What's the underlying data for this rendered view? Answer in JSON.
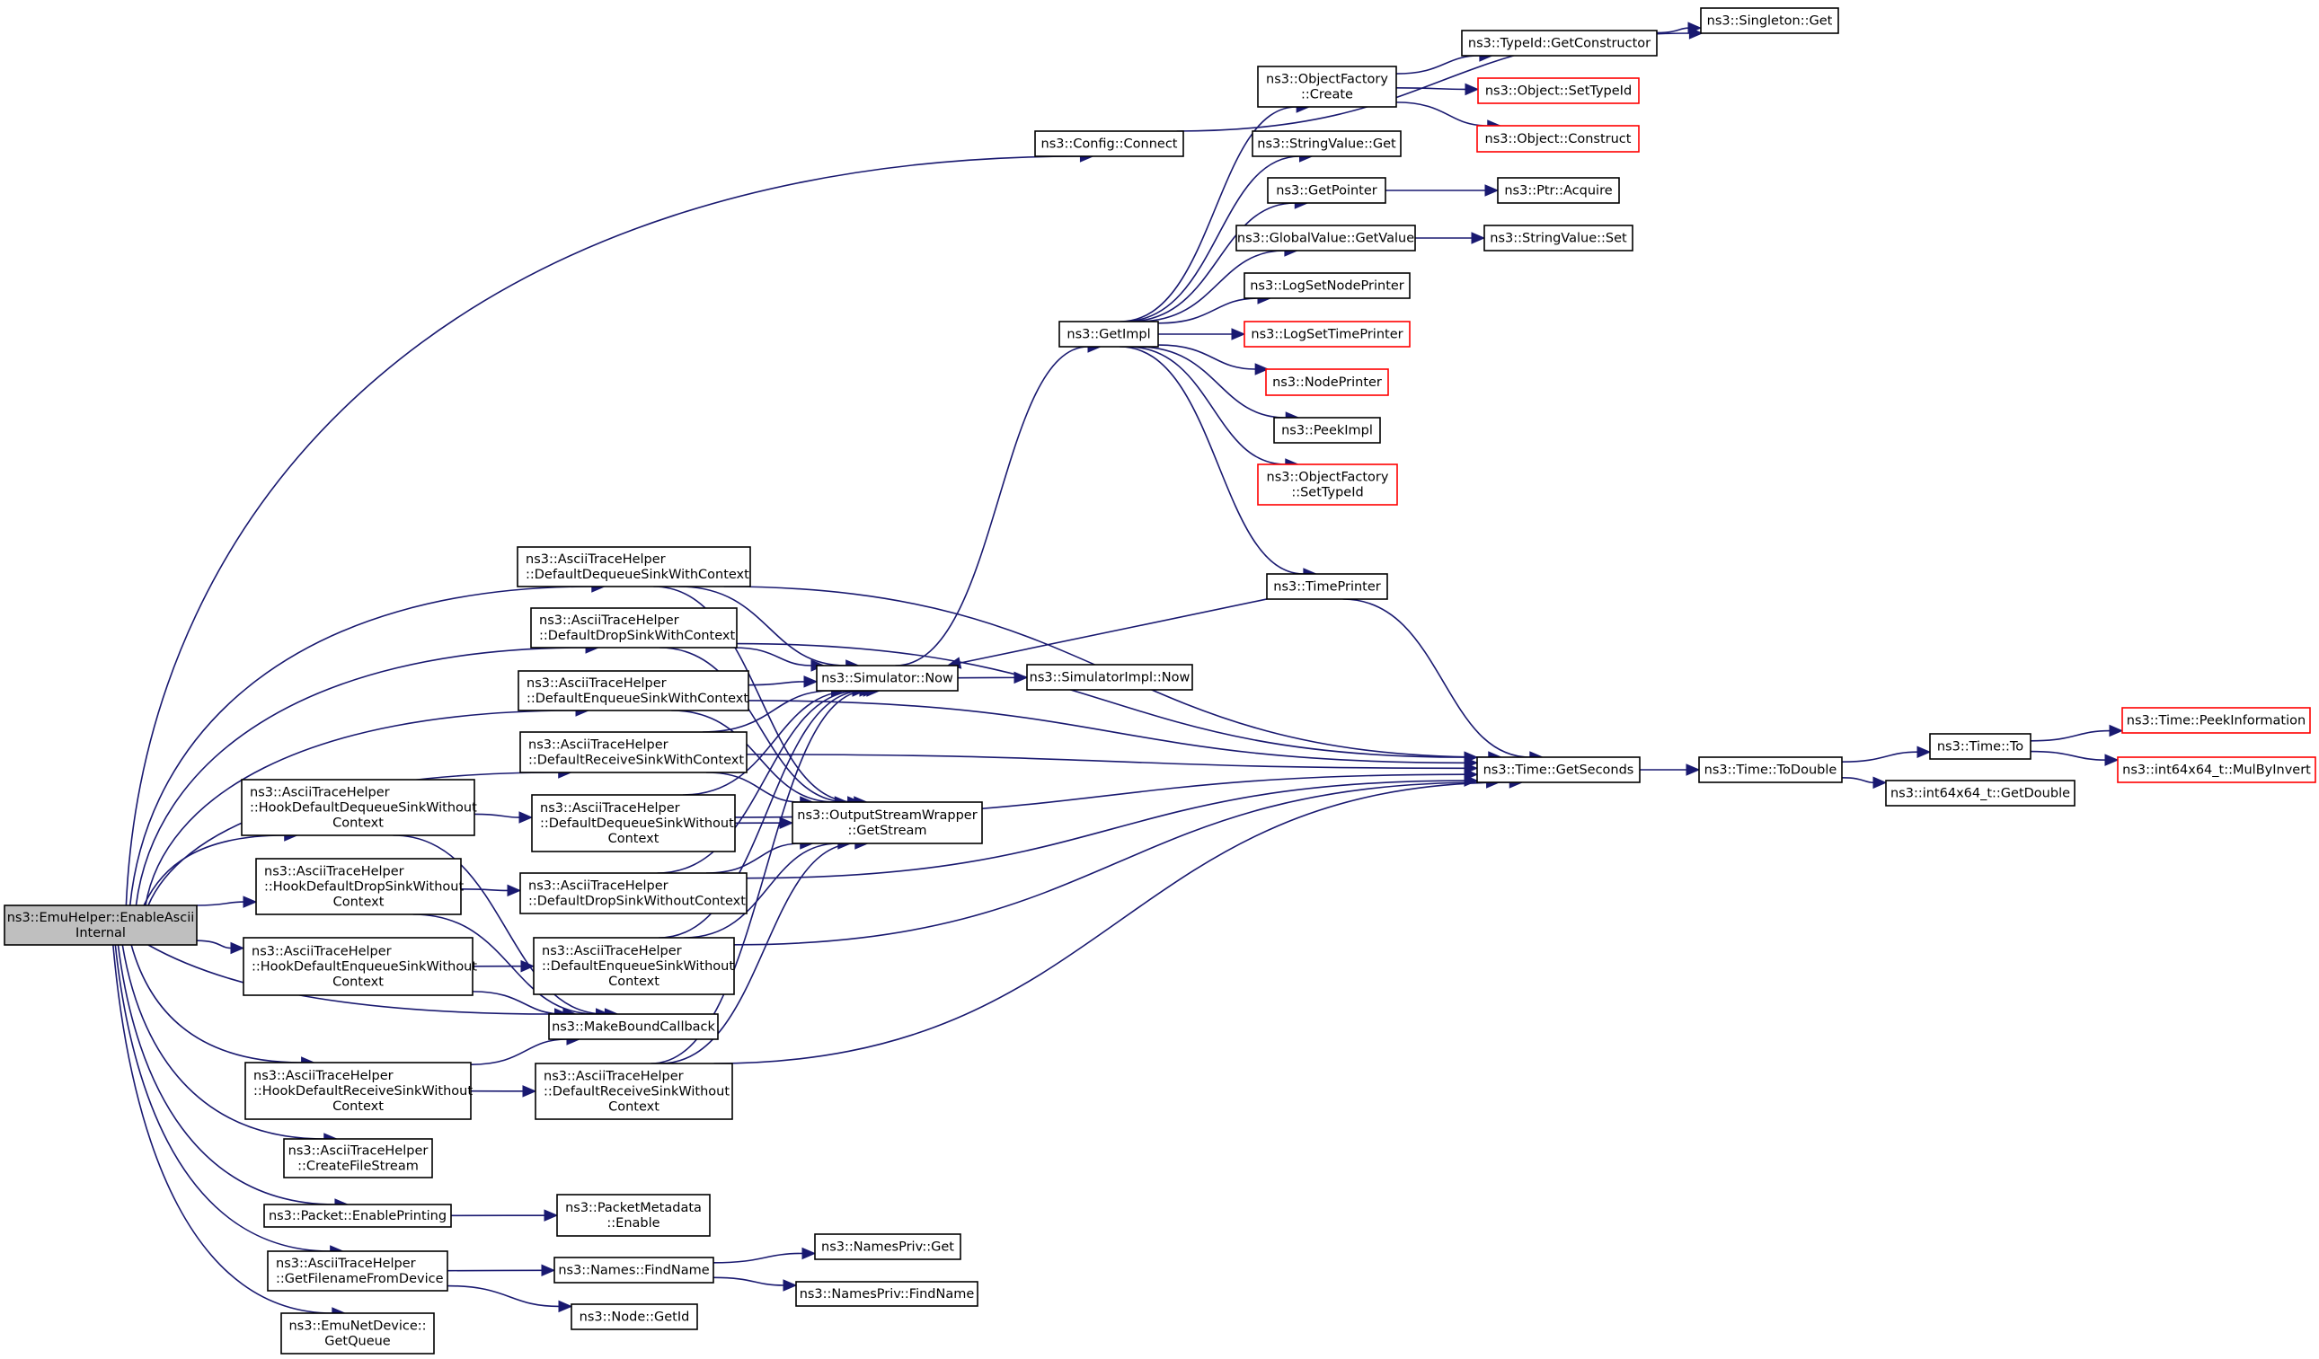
{
  "diagram": {
    "type": "call-graph",
    "colors": {
      "edge": "#191970",
      "root_fill": "#bfbfbf",
      "truncated_border": "#ff0000",
      "border": "#000000"
    },
    "nodes": [
      {
        "id": "root",
        "lines": [
          "ns3::EmuHelper::EnableAscii",
          "Internal"
        ],
        "style": "root"
      },
      {
        "id": "config_connect",
        "lines": [
          "ns3::Config::Connect"
        ],
        "style": "normal"
      },
      {
        "id": "singleton_get",
        "lines": [
          "ns3::Singleton::Get"
        ],
        "style": "normal"
      },
      {
        "id": "typeid_getconstructor",
        "lines": [
          "ns3::TypeId::GetConstructor"
        ],
        "style": "normal"
      },
      {
        "id": "objfactory_create",
        "lines": [
          "ns3::ObjectFactory",
          "::Create"
        ],
        "style": "normal"
      },
      {
        "id": "object_settypeid",
        "lines": [
          "ns3::Object::SetTypeId"
        ],
        "style": "truncated"
      },
      {
        "id": "object_construct",
        "lines": [
          "ns3::Object::Construct"
        ],
        "style": "truncated"
      },
      {
        "id": "stringvalue_get",
        "lines": [
          "ns3::StringValue::Get"
        ],
        "style": "normal"
      },
      {
        "id": "getpointer",
        "lines": [
          "ns3::GetPointer"
        ],
        "style": "normal"
      },
      {
        "id": "ptr_acquire",
        "lines": [
          "ns3::Ptr::Acquire"
        ],
        "style": "normal"
      },
      {
        "id": "globalvalue_getvalue",
        "lines": [
          "ns3::GlobalValue::GetValue"
        ],
        "style": "normal"
      },
      {
        "id": "stringvalue_set",
        "lines": [
          "ns3::StringValue::Set"
        ],
        "style": "normal"
      },
      {
        "id": "logsetnodeprinter",
        "lines": [
          "ns3::LogSetNodePrinter"
        ],
        "style": "normal"
      },
      {
        "id": "getimpl",
        "lines": [
          "ns3::GetImpl"
        ],
        "style": "normal"
      },
      {
        "id": "logsettimeprinter",
        "lines": [
          "ns3::LogSetTimePrinter"
        ],
        "style": "truncated"
      },
      {
        "id": "nodeprinter",
        "lines": [
          "ns3::NodePrinter"
        ],
        "style": "truncated"
      },
      {
        "id": "peekimpl",
        "lines": [
          "ns3::PeekImpl"
        ],
        "style": "normal"
      },
      {
        "id": "objfactory_settypeid",
        "lines": [
          "ns3::ObjectFactory",
          "::SetTypeId"
        ],
        "style": "truncated"
      },
      {
        "id": "timeprinter",
        "lines": [
          "ns3::TimePrinter"
        ],
        "style": "normal"
      },
      {
        "id": "simulator_now",
        "lines": [
          "ns3::Simulator::Now"
        ],
        "style": "normal"
      },
      {
        "id": "simulatorimpl_now",
        "lines": [
          "ns3::SimulatorImpl::Now"
        ],
        "style": "normal"
      },
      {
        "id": "time_getseconds",
        "lines": [
          "ns3::Time::GetSeconds"
        ],
        "style": "normal"
      },
      {
        "id": "time_todouble",
        "lines": [
          "ns3::Time::ToDouble"
        ],
        "style": "normal"
      },
      {
        "id": "time_to",
        "lines": [
          "ns3::Time::To"
        ],
        "style": "normal"
      },
      {
        "id": "time_peekinformation",
        "lines": [
          "ns3::Time::PeekInformation"
        ],
        "style": "truncated"
      },
      {
        "id": "int64_mulbyinvert",
        "lines": [
          "ns3::int64x64_t::MulByInvert"
        ],
        "style": "truncated"
      },
      {
        "id": "int64_getdouble",
        "lines": [
          "ns3::int64x64_t::GetDouble"
        ],
        "style": "normal"
      },
      {
        "id": "def_dequeue_ctx",
        "lines": [
          "ns3::AsciiTraceHelper",
          "::DefaultDequeueSinkWithContext"
        ],
        "style": "normal",
        "align": "left"
      },
      {
        "id": "def_drop_ctx",
        "lines": [
          "ns3::AsciiTraceHelper",
          "::DefaultDropSinkWithContext"
        ],
        "style": "normal",
        "align": "left"
      },
      {
        "id": "def_enqueue_ctx",
        "lines": [
          "ns3::AsciiTraceHelper",
          "::DefaultEnqueueSinkWithContext"
        ],
        "style": "normal",
        "align": "left"
      },
      {
        "id": "def_receive_ctx",
        "lines": [
          "ns3::AsciiTraceHelper",
          "::DefaultReceiveSinkWithContext"
        ],
        "style": "normal",
        "align": "left"
      },
      {
        "id": "hook_dequeue",
        "lines": [
          "ns3::AsciiTraceHelper",
          "::HookDefaultDequeueSinkWithout",
          "Context"
        ],
        "style": "normal",
        "align": "left"
      },
      {
        "id": "hook_drop",
        "lines": [
          "ns3::AsciiTraceHelper",
          "::HookDefaultDropSinkWithout",
          "Context"
        ],
        "style": "normal",
        "align": "left"
      },
      {
        "id": "hook_enqueue",
        "lines": [
          "ns3::AsciiTraceHelper",
          "::HookDefaultEnqueueSinkWithout",
          "Context"
        ],
        "style": "normal",
        "align": "left"
      },
      {
        "id": "hook_receive",
        "lines": [
          "ns3::AsciiTraceHelper",
          "::HookDefaultReceiveSinkWithout",
          "Context"
        ],
        "style": "normal",
        "align": "left"
      },
      {
        "id": "def_dequeue_noctx",
        "lines": [
          "ns3::AsciiTraceHelper",
          "::DefaultDequeueSinkWithout",
          "Context"
        ],
        "style": "normal",
        "align": "left"
      },
      {
        "id": "def_drop_noctx",
        "lines": [
          "ns3::AsciiTraceHelper",
          "::DefaultDropSinkWithoutContext"
        ],
        "style": "normal",
        "align": "left"
      },
      {
        "id": "def_enqueue_noctx",
        "lines": [
          "ns3::AsciiTraceHelper",
          "::DefaultEnqueueSinkWithout",
          "Context"
        ],
        "style": "normal",
        "align": "left"
      },
      {
        "id": "def_receive_noctx",
        "lines": [
          "ns3::AsciiTraceHelper",
          "::DefaultReceiveSinkWithout",
          "Context"
        ],
        "style": "normal",
        "align": "left"
      },
      {
        "id": "outputstream_getstream",
        "lines": [
          "ns3::OutputStreamWrapper",
          "::GetStream"
        ],
        "style": "normal"
      },
      {
        "id": "makeboundcallback",
        "lines": [
          "ns3::MakeBoundCallback"
        ],
        "style": "normal"
      },
      {
        "id": "createfilestream",
        "lines": [
          "ns3::AsciiTraceHelper",
          "::CreateFileStream"
        ],
        "style": "normal"
      },
      {
        "id": "packet_enableprinting",
        "lines": [
          "ns3::Packet::EnablePrinting"
        ],
        "style": "normal"
      },
      {
        "id": "packetmetadata_enable",
        "lines": [
          "ns3::PacketMetadata",
          "::Enable"
        ],
        "style": "normal"
      },
      {
        "id": "getfilenamefromdevice",
        "lines": [
          "ns3::AsciiTraceHelper",
          "::GetFilenameFromDevice"
        ],
        "style": "normal",
        "align": "left"
      },
      {
        "id": "names_findname",
        "lines": [
          "ns3::Names::FindName"
        ],
        "style": "normal"
      },
      {
        "id": "namespriv_get",
        "lines": [
          "ns3::NamesPriv::Get"
        ],
        "style": "normal"
      },
      {
        "id": "namespriv_findname",
        "lines": [
          "ns3::NamesPriv::FindName"
        ],
        "style": "normal"
      },
      {
        "id": "node_getid",
        "lines": [
          "ns3::Node::GetId"
        ],
        "style": "normal"
      },
      {
        "id": "emunetdevice_getqueue",
        "lines": [
          "ns3::EmuNetDevice::",
          "GetQueue"
        ],
        "style": "normal"
      }
    ],
    "edges": [
      [
        "root",
        "config_connect"
      ],
      [
        "root",
        "def_dequeue_ctx"
      ],
      [
        "root",
        "def_drop_ctx"
      ],
      [
        "root",
        "def_enqueue_ctx"
      ],
      [
        "root",
        "def_receive_ctx"
      ],
      [
        "root",
        "hook_dequeue"
      ],
      [
        "root",
        "hook_drop"
      ],
      [
        "root",
        "hook_enqueue"
      ],
      [
        "root",
        "makeboundcallback"
      ],
      [
        "root",
        "hook_receive"
      ],
      [
        "root",
        "createfilestream"
      ],
      [
        "root",
        "packet_enableprinting"
      ],
      [
        "root",
        "getfilenamefromdevice"
      ],
      [
        "root",
        "emunetdevice_getqueue"
      ],
      [
        "config_connect",
        "singleton_get"
      ],
      [
        "getimpl",
        "objfactory_create"
      ],
      [
        "getimpl",
        "stringvalue_get"
      ],
      [
        "getimpl",
        "getpointer"
      ],
      [
        "getimpl",
        "globalvalue_getvalue"
      ],
      [
        "getimpl",
        "logsetnodeprinter"
      ],
      [
        "getimpl",
        "logsettimeprinter"
      ],
      [
        "getimpl",
        "nodeprinter"
      ],
      [
        "getimpl",
        "peekimpl"
      ],
      [
        "getimpl",
        "objfactory_settypeid"
      ],
      [
        "getimpl",
        "timeprinter"
      ],
      [
        "objfactory_create",
        "typeid_getconstructor"
      ],
      [
        "objfactory_create",
        "object_settypeid"
      ],
      [
        "objfactory_create",
        "object_construct"
      ],
      [
        "typeid_getconstructor",
        "singleton_get"
      ],
      [
        "getpointer",
        "ptr_acquire"
      ],
      [
        "globalvalue_getvalue",
        "stringvalue_set"
      ],
      [
        "timeprinter",
        "simulator_now"
      ],
      [
        "timeprinter",
        "time_getseconds"
      ],
      [
        "simulator_now",
        "getimpl"
      ],
      [
        "simulator_now",
        "simulatorimpl_now"
      ],
      [
        "def_dequeue_ctx",
        "simulator_now"
      ],
      [
        "def_dequeue_ctx",
        "outputstream_getstream"
      ],
      [
        "def_dequeue_ctx",
        "time_getseconds"
      ],
      [
        "def_drop_ctx",
        "simulator_now"
      ],
      [
        "def_drop_ctx",
        "outputstream_getstream"
      ],
      [
        "def_drop_ctx",
        "time_getseconds"
      ],
      [
        "def_enqueue_ctx",
        "simulator_now"
      ],
      [
        "def_enqueue_ctx",
        "outputstream_getstream"
      ],
      [
        "def_enqueue_ctx",
        "time_getseconds"
      ],
      [
        "def_receive_ctx",
        "simulator_now"
      ],
      [
        "def_receive_ctx",
        "outputstream_getstream"
      ],
      [
        "def_receive_ctx",
        "time_getseconds"
      ],
      [
        "hook_dequeue",
        "def_dequeue_noctx"
      ],
      [
        "hook_dequeue",
        "makeboundcallback"
      ],
      [
        "hook_drop",
        "def_drop_noctx"
      ],
      [
        "hook_drop",
        "makeboundcallback"
      ],
      [
        "hook_enqueue",
        "def_enqueue_noctx"
      ],
      [
        "hook_enqueue",
        "makeboundcallback"
      ],
      [
        "hook_receive",
        "def_receive_noctx"
      ],
      [
        "hook_receive",
        "makeboundcallback"
      ],
      [
        "def_dequeue_noctx",
        "simulator_now"
      ],
      [
        "def_dequeue_noctx",
        "outputstream_getstream"
      ],
      [
        "def_dequeue_noctx",
        "time_getseconds"
      ],
      [
        "def_drop_noctx",
        "simulator_now"
      ],
      [
        "def_drop_noctx",
        "outputstream_getstream"
      ],
      [
        "def_drop_noctx",
        "time_getseconds"
      ],
      [
        "def_enqueue_noctx",
        "simulator_now"
      ],
      [
        "def_enqueue_noctx",
        "outputstream_getstream"
      ],
      [
        "def_enqueue_noctx",
        "time_getseconds"
      ],
      [
        "def_receive_noctx",
        "simulator_now"
      ],
      [
        "def_receive_noctx",
        "outputstream_getstream"
      ],
      [
        "def_receive_noctx",
        "time_getseconds"
      ],
      [
        "time_getseconds",
        "time_todouble"
      ],
      [
        "time_todouble",
        "time_to"
      ],
      [
        "time_todouble",
        "int64_getdouble"
      ],
      [
        "time_to",
        "time_peekinformation"
      ],
      [
        "time_to",
        "int64_mulbyinvert"
      ],
      [
        "packet_enableprinting",
        "packetmetadata_enable"
      ],
      [
        "getfilenamefromdevice",
        "names_findname"
      ],
      [
        "getfilenamefromdevice",
        "node_getid"
      ],
      [
        "names_findname",
        "namespriv_get"
      ],
      [
        "names_findname",
        "namespriv_findname"
      ]
    ]
  }
}
